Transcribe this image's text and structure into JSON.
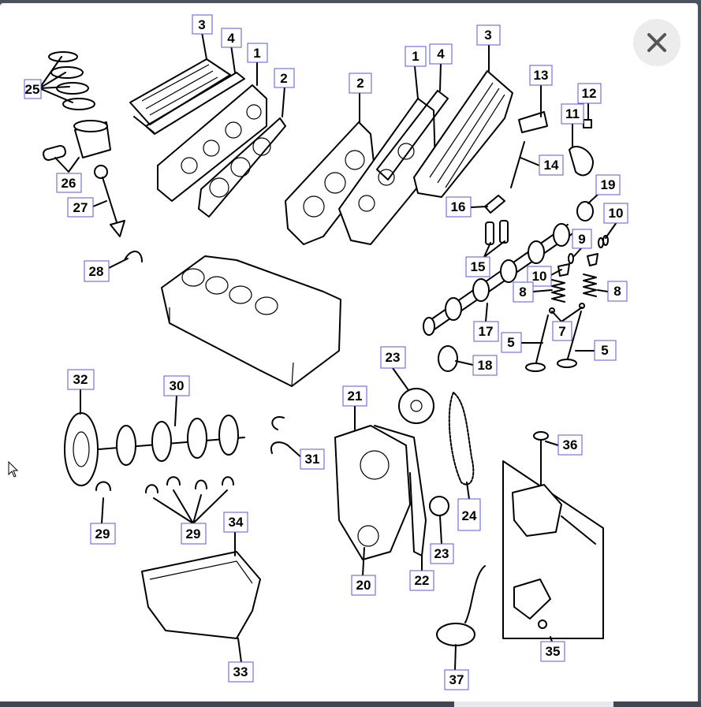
{
  "viewer": {
    "close_icon": "close-icon",
    "cursor_icon": "pointer-cursor-icon",
    "colors": {
      "backdrop": "#4a5260",
      "close_button_bg": "#ececec",
      "callout_border": "#5a5ad8"
    }
  },
  "diagram": {
    "callouts": {
      "c3a": "3",
      "c4a": "4",
      "c1a": "1",
      "c2a": "2",
      "c25": "25",
      "c26": "26",
      "c27": "27",
      "c28": "28",
      "c2b": "2",
      "c1b": "1",
      "c4b": "4",
      "c3b": "3",
      "c13": "13",
      "c12": "12",
      "c11": "11",
      "c14": "14",
      "c19": "19",
      "c10a": "10",
      "c16": "16",
      "c15": "15",
      "c9": "9",
      "c10b": "10",
      "c8a": "8",
      "c8b": "8",
      "c7": "7",
      "c17": "17",
      "c5a": "5",
      "c5b": "5",
      "c18": "18",
      "c32": "32",
      "c30": "30",
      "c23a": "23",
      "c21": "21",
      "c31": "31",
      "c29a": "29",
      "c29b": "29",
      "c34": "34",
      "c24": "24",
      "c36": "36",
      "c23b": "23",
      "c20": "20",
      "c22": "22",
      "c33": "33",
      "c35": "35",
      "c37": "37"
    }
  }
}
